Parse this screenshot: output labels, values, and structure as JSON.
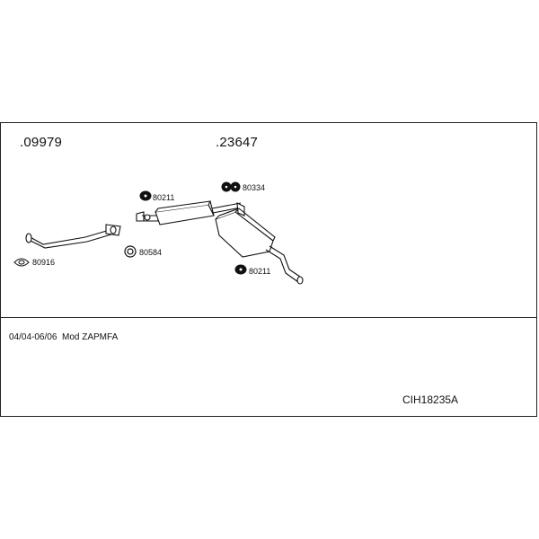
{
  "parts": {
    "front_pipe_number": ".09979",
    "rear_section_number": ".23647",
    "labels": {
      "gasket": "80916",
      "ring": "80584",
      "hanger_mid": "80211",
      "hanger_top": "80334",
      "hanger_rear": "80211"
    }
  },
  "info": {
    "date_range": "04/04-06/06",
    "model": "Mod ZAPMFA"
  },
  "catalog_code": "CIH18235A"
}
